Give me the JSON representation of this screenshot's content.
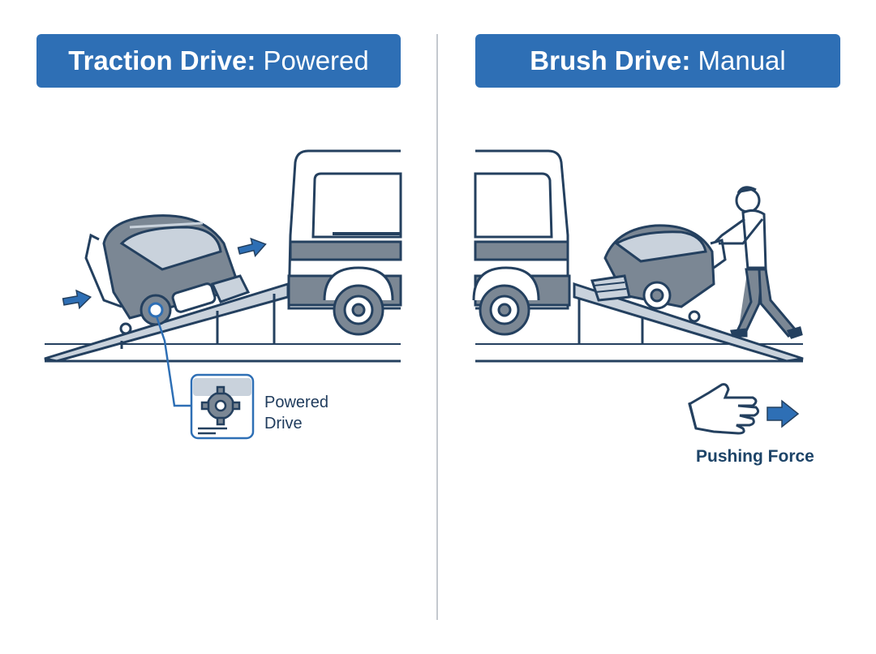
{
  "left_panel": {
    "title_bold": "Traction Drive:",
    "title_rest": "Powered",
    "callout_line1": "Powered",
    "callout_line2": "Drive",
    "icon": "gear-icon"
  },
  "right_panel": {
    "title_bold": "Brush Drive:",
    "title_rest": "Manual",
    "force_label": "Pushing Force",
    "icon": "hand-icon"
  },
  "colors": {
    "accent_blue": "#2e6fb5",
    "line_dark": "#24405f",
    "machine_gray": "#7b8794",
    "light_gray": "#c9d2dc"
  }
}
